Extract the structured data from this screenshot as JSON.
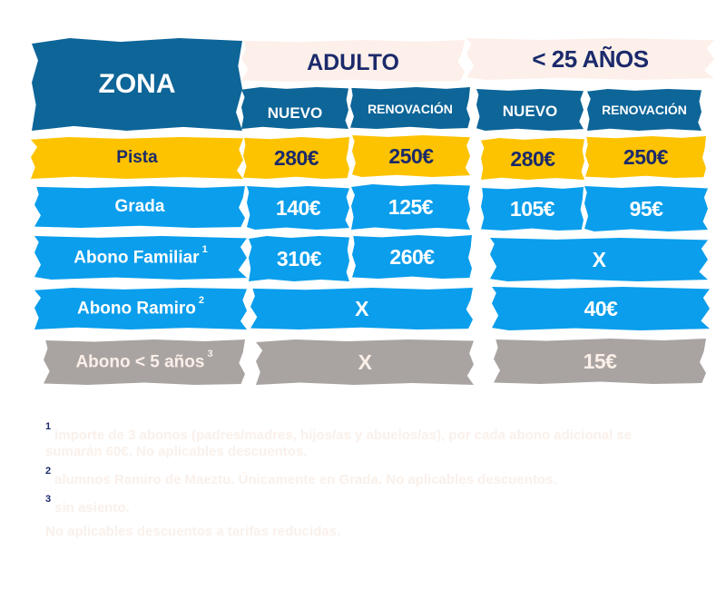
{
  "header": {
    "zona_label": "ZONA",
    "adulto_label": "ADULTO",
    "under25_label": "< 25 AÑOS",
    "nuevo_label": "NUEVO",
    "renovacion_label": "RENOVACIÓN"
  },
  "rows": [
    {
      "label": "Pista",
      "sup": "",
      "adulto_nuevo": "280€",
      "adulto_renov": "250€",
      "u25_nuevo": "280€",
      "u25_renov": "250€"
    },
    {
      "label": "Grada",
      "sup": "",
      "adulto_nuevo": "140€",
      "adulto_renov": "125€",
      "u25_nuevo": "105€",
      "u25_renov": "95€"
    },
    {
      "label": "Abono Familiar",
      "sup": "1",
      "adulto_nuevo": "310€",
      "adulto_renov": "260€",
      "u25_merged": "X"
    },
    {
      "label": "Abono Ramiro",
      "sup": "2",
      "adulto_merged": "X",
      "u25_merged": "40€"
    },
    {
      "label": "Abono < 5 años",
      "sup": "3",
      "adulto_merged": "X",
      "u25_merged": "15€"
    }
  ],
  "colors": {
    "dark_blue": "#0d6598",
    "pale": "#fdf0ea",
    "yellow": "#fdc300",
    "light_blue": "#0a9eec",
    "grey": "#a9a4a2",
    "navy_text": "#1b2a6b"
  },
  "footnotes": [
    {
      "mark": "1",
      "text": "importe de 3 abonos (padres/madres, hijos/as y abuelos/as), por cada abono adicional se sumarán 60€. No aplicables descuentos."
    },
    {
      "mark": "2",
      "text": "alumnos Ramiro de Maeztu. Únicamente en Grada. No aplicables descuentos."
    },
    {
      "mark": "3",
      "text": "sin asiento."
    },
    {
      "mark": "",
      "text": "No aplicables descuentos a tarifas reducidas."
    }
  ]
}
